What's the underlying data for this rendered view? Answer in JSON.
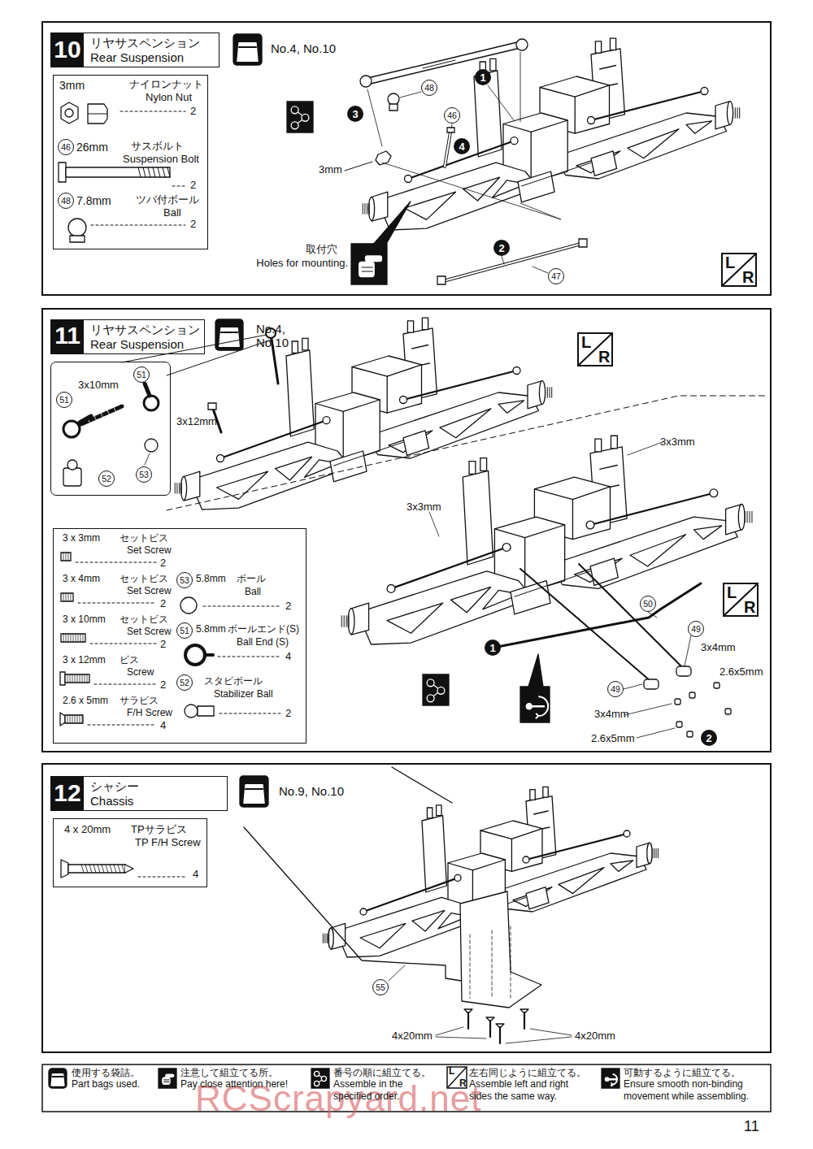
{
  "diagram": {
    "nodes": [
      {
        "text": [
          "10",
          "リヤサスペンション",
          "Rear Suspension"
        ]
      },
      {
        "text": [
          "3mm",
          "ナイロンナット",
          "Nylon Nut",
          "2",
          "46",
          "26mm",
          "サスボルト",
          "Suspension Bolt",
          "2",
          "48",
          "7.8mm",
          "ツバ付ボール",
          "Ball",
          "2"
        ]
      },
      {
        "text": [
          "11",
          "リヤサスペンション",
          "Rear Suspension"
        ]
      },
      {
        "text": [
          "3x10mm",
          "51",
          "51",
          "52",
          "53"
        ]
      },
      {
        "text": [
          "3 x 3mm",
          "セットビス",
          "Set Screw",
          "2",
          "3 x 4mm",
          "セットビス",
          "Set Screw",
          "2",
          "3 x 10mm",
          "セットビス",
          "Set Screw",
          "2",
          "3 x 12mm",
          "ビス",
          "Screw",
          "2",
          "2.6 x 5mm",
          "サラビス",
          "F/H Screw",
          "4",
          "53",
          "5.8mm",
          "ボール",
          "Ball",
          "2",
          "51",
          "5.8mm",
          "ボールエンド(S)",
          "Ball End (S)",
          "4",
          "52",
          "スタビボール",
          "Stabilizer Ball",
          "2"
        ]
      },
      {
        "text": [
          "12",
          "シャシー",
          "Chassis"
        ]
      },
      {
        "text": [
          "4 x 20mm",
          "TPサラビス",
          "TP F/H Screw",
          "4"
        ]
      }
    ],
    "labels": [
      "No.4, No.10",
      "48",
      "1",
      "3",
      "46",
      "4",
      "3mm",
      "取付穴",
      "Holes for mounting.",
      "2",
      "47",
      "L",
      "R",
      "No.4, No.10",
      "3x12mm",
      "L",
      "R",
      "3x3mm",
      "3x3mm",
      "50",
      "L",
      "R",
      "49",
      "3x4mm",
      "2.6x5mm",
      "49",
      "3x4mm",
      "2.6x5mm",
      "1",
      "2",
      "No.9, No.10",
      "55",
      "4x20mm",
      "4x20mm",
      "L",
      "R",
      "RCScrapyard.net",
      "11"
    ],
    "legend": [
      {
        "text": "使用する袋詰。 Part bags used."
      },
      {
        "text": "注意して組立てる所。 Pay close attention here!"
      },
      {
        "text": "番号の順に組立てる。 Assemble in the specified order."
      },
      {
        "text": "左右同じように組立てる。 Assemble left and right sides the same way."
      },
      {
        "text": "可動するように組立てる。 Ensure smooth non-binding movement while assembling."
      }
    ]
  }
}
